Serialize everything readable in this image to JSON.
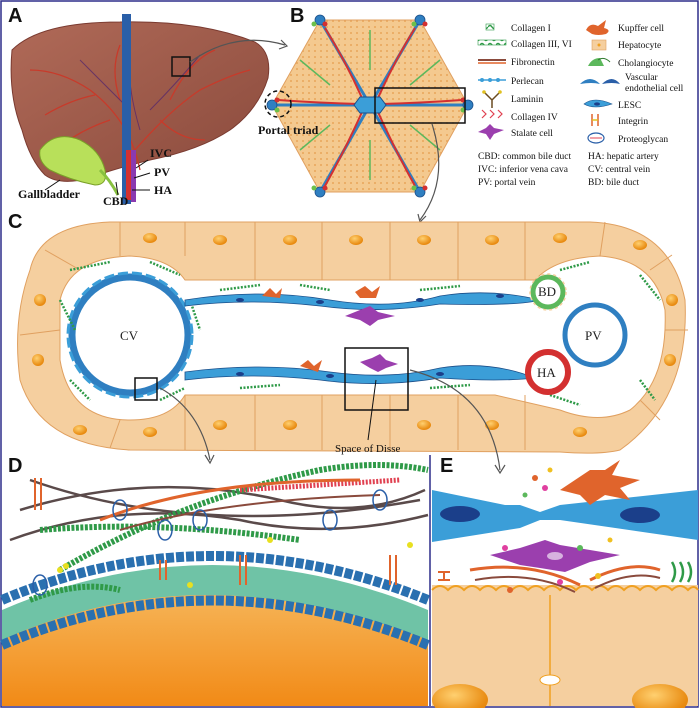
{
  "panels": {
    "a": "A",
    "b": "B",
    "c": "C",
    "d": "D",
    "e": "E"
  },
  "panel_a": {
    "ivc": "IVC",
    "pv": "PV",
    "ha": "HA",
    "cbd": "CBD",
    "gallbladder": "Gallbladder"
  },
  "panel_b": {
    "portal_triad": "Portal triad"
  },
  "legend": {
    "collagen1": "Collagen I",
    "collagen3": "Collagen III, VI",
    "fibronectin": "Fibronectin",
    "perlecan": "Perlecan",
    "laminin": "Laminin",
    "collagen4": "Collagen IV",
    "stellate": "Stalate cell",
    "kupffer": "Kupffer cell",
    "hepatocyte": "Hepatocyte",
    "cholangiocyte": "Cholangiocyte",
    "vascular1": "Vascular",
    "vascular2": "endothelial cell",
    "lesc": "LESC",
    "integrin": "Integrin",
    "proteoglycan": "Proteoglycan"
  },
  "abbreviations": {
    "cbd": "CBD: common bile duct",
    "ivc": "IVC:  inferior vena cava",
    "pv": "PV: portal vein",
    "ha": "HA: hepatic artery",
    "cv": "CV: central vein",
    "bd": "BD: bile duct"
  },
  "panel_c": {
    "cv": "CV",
    "pv": "PV",
    "ha": "HA",
    "bd": "BD",
    "space_of_disse": "Space of Disse"
  },
  "colors": {
    "liver": "#9c5a4a",
    "hepatocyte": "#f5cf9f",
    "hepatocyte_nucleus": "#f0a020",
    "endothelial": "#2f7fc1",
    "lesc": "#3b9ed8",
    "kupffer": "#e0642c",
    "stellate": "#9b3fae",
    "collagen_green": "#2f9a48",
    "artery_red": "#d33030",
    "vein_blue": "#2a5fa8"
  }
}
